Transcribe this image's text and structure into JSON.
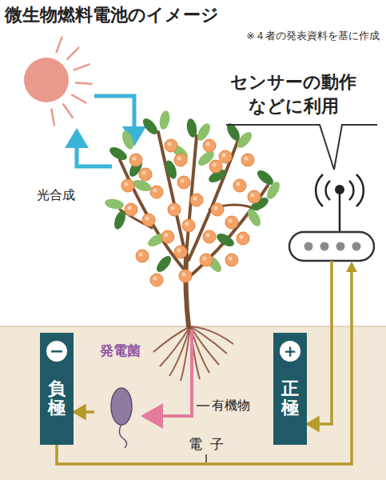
{
  "diagram": {
    "title": "微生物燃料電池のイメージ",
    "caption": "※４者の発表資料を基に作成",
    "nodes": [
      {
        "text": [
          "−",
          "負極"
        ]
      },
      {
        "text": [
          "発電菌"
        ]
      },
      {
        "text": [
          "＋",
          "正極"
        ]
      }
    ],
    "edges": [
      {
        "from": 1,
        "to": 0,
        "arrow": "to"
      },
      {
        "from": 0,
        "to": 2,
        "arrow": "to",
        "label": "電子"
      }
    ],
    "labels": [
      "光合成",
      "センサーの動作 などに利用",
      "有機物"
    ]
  }
}
